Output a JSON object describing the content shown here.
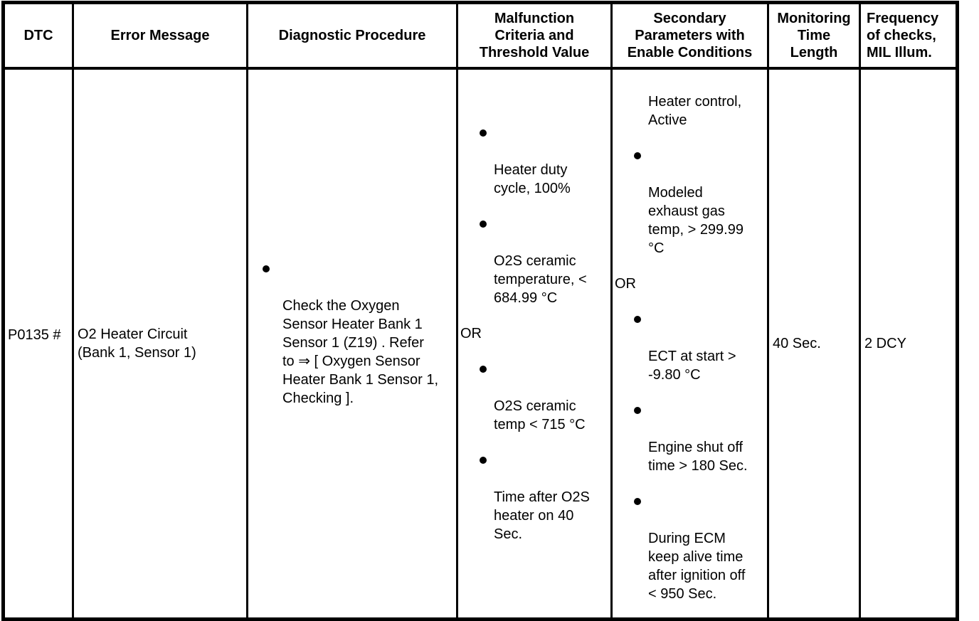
{
  "colors": {
    "background": "#ffffff",
    "border": "#000000",
    "text": "#000000"
  },
  "table": {
    "columns": [
      {
        "label": "DTC"
      },
      {
        "label": "Error Message"
      },
      {
        "label": "Diagnostic Procedure"
      },
      {
        "label": "Malfunction\nCriteria and\nThreshold Value"
      },
      {
        "label": "Secondary\nParameters with\nEnable Conditions"
      },
      {
        "label": "Monitoring\nTime\nLength"
      },
      {
        "label": "Frequency\nof checks,\nMIL Illum."
      }
    ],
    "row": {
      "dtc": "P0135 #",
      "error_message": "O2 Heater Circuit\n(Bank 1, Sensor 1)",
      "diagnostic_procedure": {
        "items": [
          "Check the Oxygen\nSensor Heater Bank 1\nSensor 1 (Z19) . Refer\nto ⇒ [ Oxygen Sensor\nHeater Bank 1 Sensor 1,\nChecking ]."
        ]
      },
      "malfunction_criteria": {
        "group1": [
          "Heater duty\ncycle, 100%",
          "O2S ceramic\ntemperature, <\n684.99 °C"
        ],
        "or_label": "OR",
        "group2": [
          "O2S ceramic\ntemp < 715 °C",
          "Time after O2S\nheater on 40\nSec."
        ]
      },
      "secondary_parameters": {
        "group1": [
          "Heater control,\nActive",
          "Modeled\nexhaust gas\ntemp, > 299.99\n°C"
        ],
        "or_label": "OR",
        "group2": [
          "ECT at start >\n-9.80 °C",
          "Engine shut off\ntime > 180 Sec.",
          "During ECM\nkeep alive time\nafter ignition off\n< 950 Sec."
        ]
      },
      "monitoring_time_length": "40 Sec.",
      "frequency_of_checks": "2 DCY"
    }
  }
}
